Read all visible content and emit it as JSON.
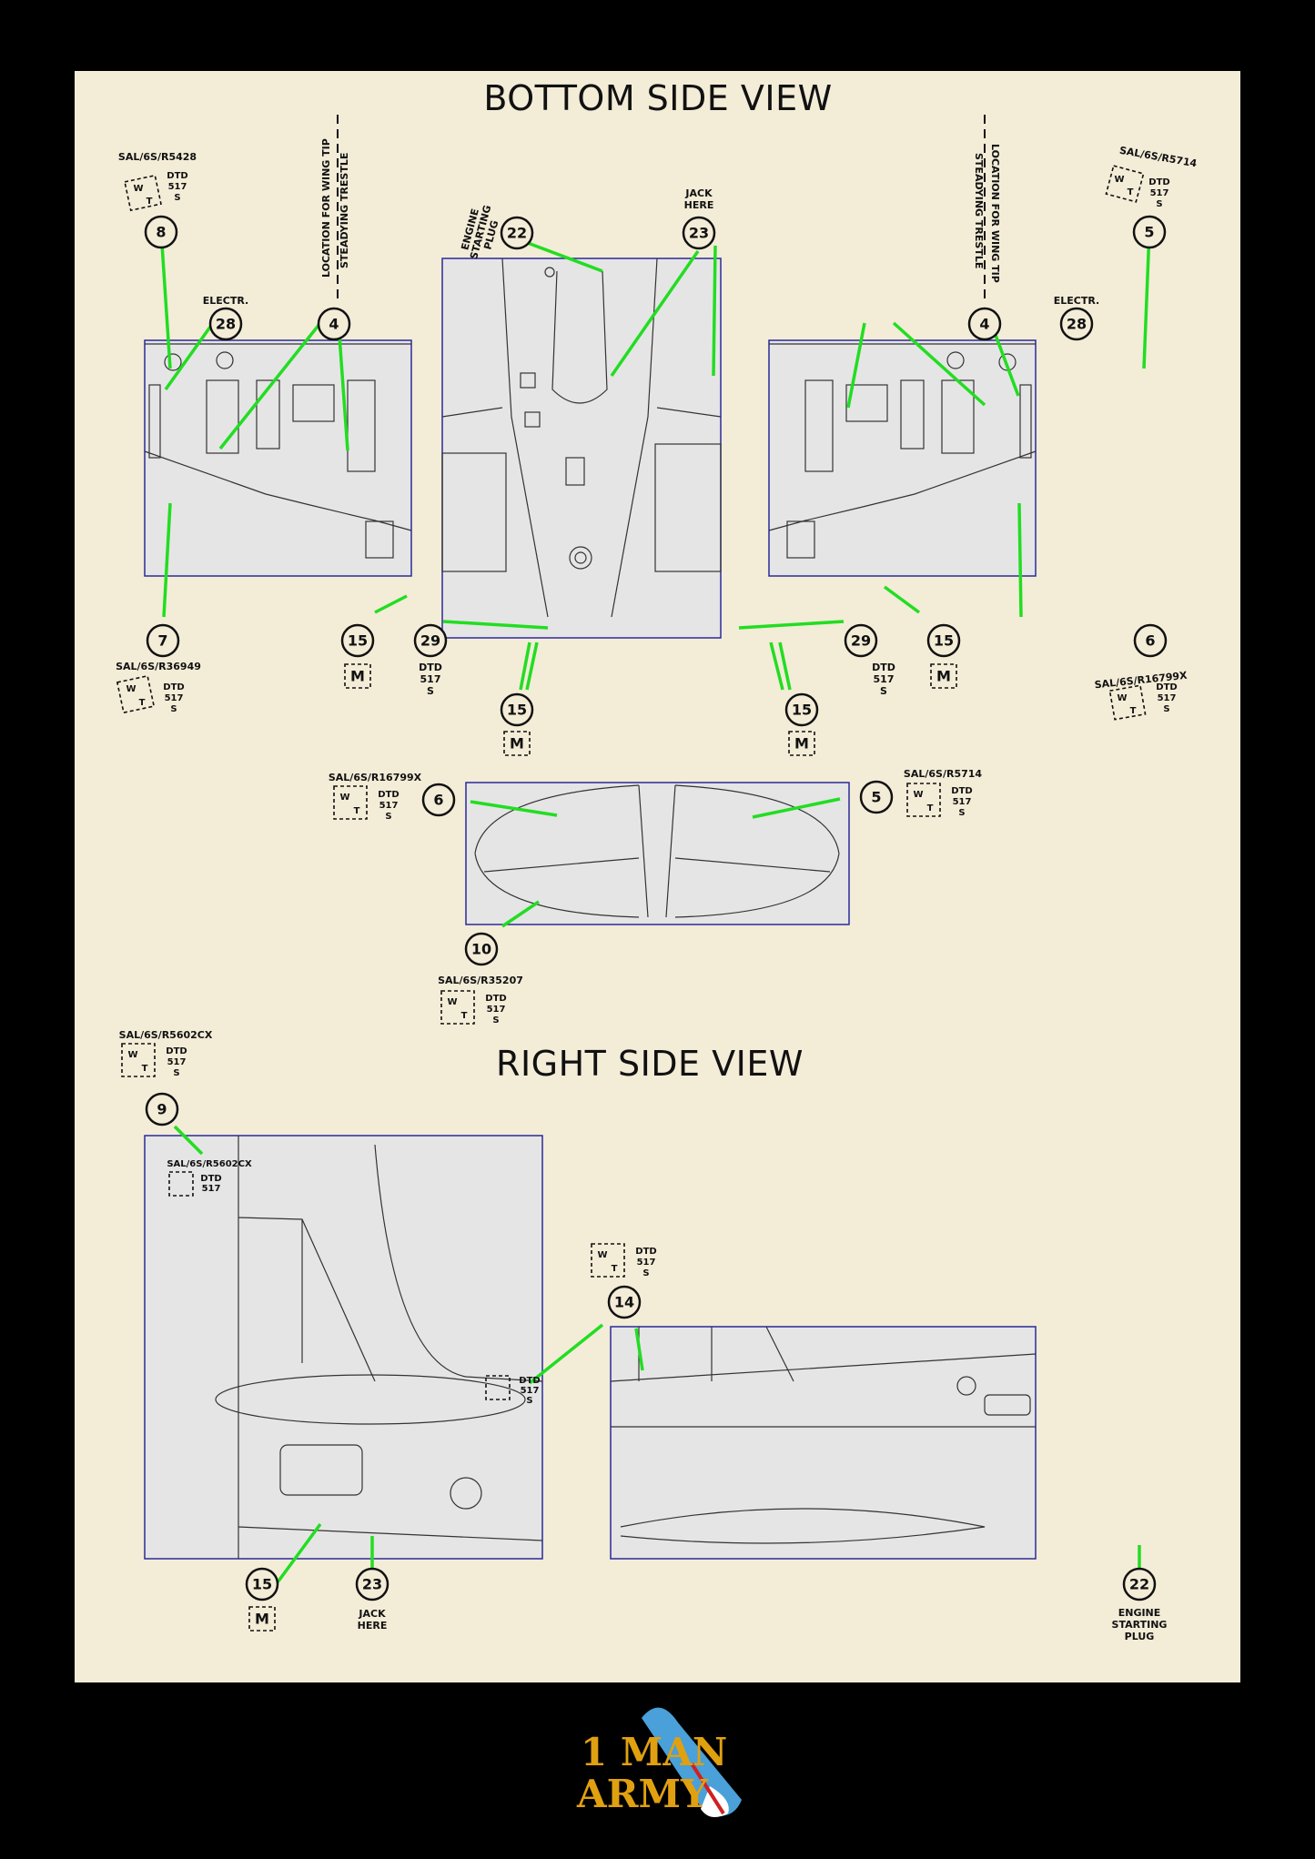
{
  "titles": {
    "bottom": "BOTTOM SIDE VIEW",
    "right": "RIGHT SIDE VIEW"
  },
  "labels": {
    "sal_r5428": "SAL/6S/R5428",
    "sal_r5714": "SAL/6S/R5714",
    "sal_r36949": "SAL/6S/R36949",
    "sal_r16799x": "SAL/6S/R16799X",
    "sal_r35207": "SAL/6S/R35207",
    "sal_r5602cx": "SAL/6S/R5602CX",
    "dtd": "DTD",
    "n517": "517",
    "s": "S",
    "w": "W",
    "t": "T",
    "m": "M",
    "electr": "ELECTR.",
    "jack": "JACK",
    "here": "HERE",
    "engine": "ENGINE",
    "starting": "STARTING",
    "plug": "PLUG",
    "wingtip1": "LOCATION FOR WING TIP",
    "wingtip2": "STEADYING TRESTLE"
  },
  "callouts": {
    "c4": "4",
    "c5": "5",
    "c6": "6",
    "c7": "7",
    "c8": "8",
    "c9": "9",
    "c10": "10",
    "c14": "14",
    "c15": "15",
    "c22": "22",
    "c23": "23",
    "c28": "28",
    "c29": "29"
  },
  "logo": {
    "line1": "1 MAN",
    "line2": "ARMY"
  },
  "colors": {
    "leader": "#22dd22",
    "panel_border": "#2a2a9a",
    "sheet": "#f3ecd7"
  }
}
